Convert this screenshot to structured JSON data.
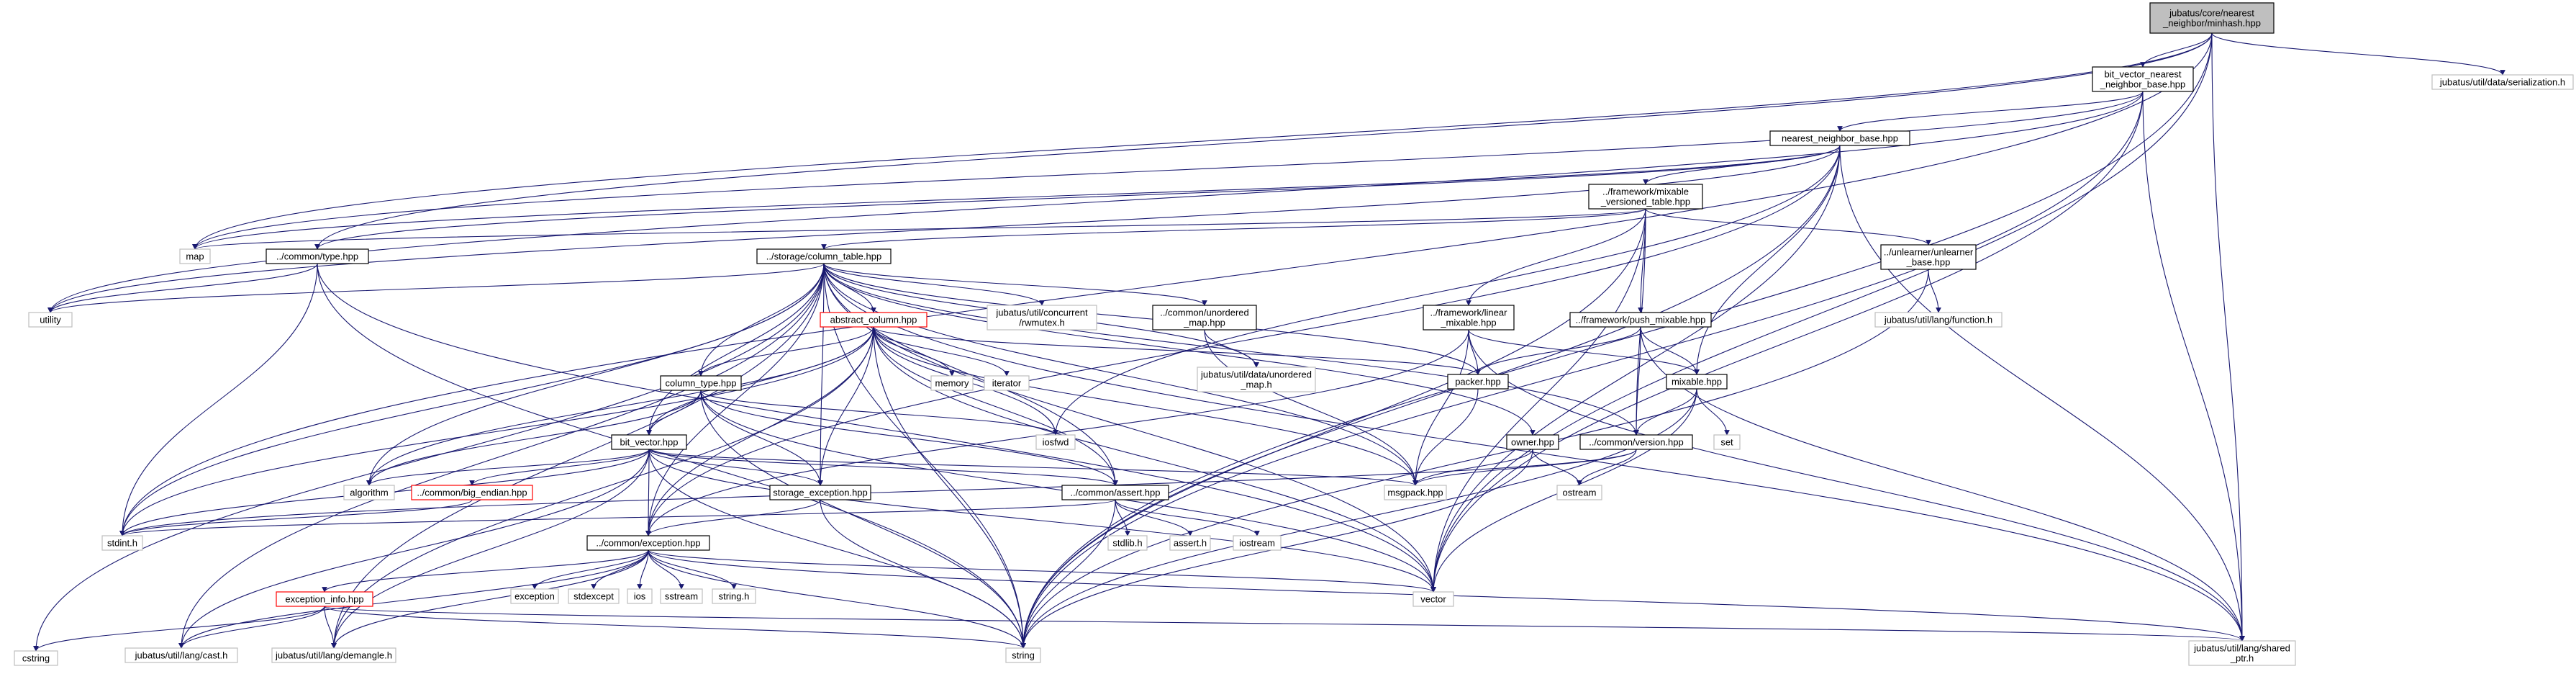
{
  "graph": {
    "title": "",
    "edge_color": "#191970",
    "nodes": [
      {
        "id": "root",
        "label": "jubatus/core/nearest\n_neighbor/minhash.hpp",
        "style": "root"
      },
      {
        "id": "bvnb",
        "label": "bit_vector_nearest\n_neighbor_base.hpp",
        "style": "normal"
      },
      {
        "id": "serialization",
        "label": "jubatus/util/data/serialization.h",
        "style": "ext"
      },
      {
        "id": "nnb",
        "label": "nearest_neighbor_base.hpp",
        "style": "normal"
      },
      {
        "id": "mixable_vt",
        "label": "../framework/mixable\n_versioned_table.hpp",
        "style": "normal"
      },
      {
        "id": "map",
        "label": "map",
        "style": "ext"
      },
      {
        "id": "common_type",
        "label": "../common/type.hpp",
        "style": "normal"
      },
      {
        "id": "utility",
        "label": "utility",
        "style": "ext"
      },
      {
        "id": "column_table",
        "label": "../storage/column_table.hpp",
        "style": "normal"
      },
      {
        "id": "unlearner",
        "label": "../unlearner/unlearner\n_base.hpp",
        "style": "normal"
      },
      {
        "id": "function_h",
        "label": "jubatus/util/lang/function.h",
        "style": "ext"
      },
      {
        "id": "abstract_column",
        "label": "abstract_column.hpp",
        "style": "red"
      },
      {
        "id": "rwmutex",
        "label": "jubatus/util/concurrent\n/rwmutex.h",
        "style": "ext"
      },
      {
        "id": "unordered_map_hpp",
        "label": "../common/unordered\n_map.hpp",
        "style": "normal"
      },
      {
        "id": "linear_mixable",
        "label": "../framework/linear\n_mixable.hpp",
        "style": "normal"
      },
      {
        "id": "push_mixable",
        "label": "../framework/push_mixable.hpp",
        "style": "normal"
      },
      {
        "id": "memory",
        "label": "memory",
        "style": "ext"
      },
      {
        "id": "iterator",
        "label": "iterator",
        "style": "ext"
      },
      {
        "id": "unordered_map_h",
        "label": "jubatus/util/data/unordered\n_map.h",
        "style": "ext"
      },
      {
        "id": "packer",
        "label": "packer.hpp",
        "style": "normal"
      },
      {
        "id": "mixable",
        "label": "mixable.hpp",
        "style": "normal"
      },
      {
        "id": "column_type",
        "label": "column_type.hpp",
        "style": "normal"
      },
      {
        "id": "iosfwd",
        "label": "iosfwd",
        "style": "ext"
      },
      {
        "id": "set",
        "label": "set",
        "style": "ext"
      },
      {
        "id": "owner",
        "label": "owner.hpp",
        "style": "normal"
      },
      {
        "id": "common_version",
        "label": "../common/version.hpp",
        "style": "normal"
      },
      {
        "id": "bit_vector",
        "label": "bit_vector.hpp",
        "style": "normal"
      },
      {
        "id": "algorithm",
        "label": "algorithm",
        "style": "ext"
      },
      {
        "id": "big_endian",
        "label": "../common/big_endian.hpp",
        "style": "red"
      },
      {
        "id": "storage_exception",
        "label": "storage_exception.hpp",
        "style": "normal"
      },
      {
        "id": "common_assert",
        "label": "../common/assert.hpp",
        "style": "normal"
      },
      {
        "id": "msgpack",
        "label": "msgpack.hpp",
        "style": "ext"
      },
      {
        "id": "ostream",
        "label": "ostream",
        "style": "ext"
      },
      {
        "id": "stdint",
        "label": "stdint.h",
        "style": "ext"
      },
      {
        "id": "stdlib",
        "label": "stdlib.h",
        "style": "ext"
      },
      {
        "id": "assert_h",
        "label": "assert.h",
        "style": "ext"
      },
      {
        "id": "iostream",
        "label": "iostream",
        "style": "ext"
      },
      {
        "id": "common_exception",
        "label": "../common/exception.hpp",
        "style": "normal"
      },
      {
        "id": "exception",
        "label": "exception",
        "style": "ext"
      },
      {
        "id": "stdexcept",
        "label": "stdexcept",
        "style": "ext"
      },
      {
        "id": "ios",
        "label": "ios",
        "style": "ext"
      },
      {
        "id": "sstream",
        "label": "sstream",
        "style": "ext"
      },
      {
        "id": "string_h",
        "label": "string.h",
        "style": "ext"
      },
      {
        "id": "vector",
        "label": "vector",
        "style": "ext"
      },
      {
        "id": "exception_info",
        "label": "exception_info.hpp",
        "style": "red"
      },
      {
        "id": "cstring",
        "label": "cstring",
        "style": "ext"
      },
      {
        "id": "cast",
        "label": "jubatus/util/lang/cast.h",
        "style": "ext"
      },
      {
        "id": "demangle",
        "label": "jubatus/util/lang/demangle.h",
        "style": "ext"
      },
      {
        "id": "string",
        "label": "string",
        "style": "ext"
      },
      {
        "id": "shared_ptr",
        "label": "jubatus/util/lang/shared\n_ptr.h",
        "style": "ext"
      }
    ],
    "edges": [
      [
        "root",
        "bvnb"
      ],
      [
        "root",
        "serialization"
      ],
      [
        "root",
        "map"
      ],
      [
        "root",
        "common_type"
      ],
      [
        "root",
        "stdint"
      ],
      [
        "root",
        "vector"
      ],
      [
        "root",
        "string"
      ],
      [
        "root",
        "shared_ptr"
      ],
      [
        "bvnb",
        "nnb"
      ],
      [
        "bvnb",
        "map"
      ],
      [
        "bvnb",
        "utility"
      ],
      [
        "bvnb",
        "vector"
      ],
      [
        "bvnb",
        "string"
      ],
      [
        "bvnb",
        "shared_ptr"
      ],
      [
        "nnb",
        "mixable_vt"
      ],
      [
        "nnb",
        "map"
      ],
      [
        "nnb",
        "common_type"
      ],
      [
        "nnb",
        "utility"
      ],
      [
        "nnb",
        "iosfwd"
      ],
      [
        "nnb",
        "vector"
      ],
      [
        "nnb",
        "string"
      ],
      [
        "nnb",
        "mixable"
      ],
      [
        "nnb",
        "shared_ptr"
      ],
      [
        "nnb",
        "common_exception"
      ],
      [
        "mixable_vt",
        "column_table"
      ],
      [
        "mixable_vt",
        "unlearner"
      ],
      [
        "mixable_vt",
        "linear_mixable"
      ],
      [
        "mixable_vt",
        "push_mixable"
      ],
      [
        "mixable_vt",
        "common_version"
      ],
      [
        "mixable_vt",
        "map"
      ],
      [
        "mixable_vt",
        "vector"
      ],
      [
        "mixable_vt",
        "string"
      ],
      [
        "common_type",
        "utility"
      ],
      [
        "common_type",
        "stdint"
      ],
      [
        "common_type",
        "vector"
      ],
      [
        "common_type",
        "string"
      ],
      [
        "unlearner",
        "function_h"
      ],
      [
        "unlearner",
        "string"
      ],
      [
        "column_table",
        "abstract_column"
      ],
      [
        "column_table",
        "rwmutex"
      ],
      [
        "column_table",
        "unordered_map_hpp"
      ],
      [
        "column_table",
        "unordered_map_h"
      ],
      [
        "column_table",
        "packer"
      ],
      [
        "column_table",
        "owner"
      ],
      [
        "column_table",
        "column_type"
      ],
      [
        "column_table",
        "bit_vector"
      ],
      [
        "column_table",
        "storage_exception"
      ],
      [
        "column_table",
        "common_assert"
      ],
      [
        "column_table",
        "common_exception"
      ],
      [
        "column_table",
        "algorithm"
      ],
      [
        "column_table",
        "utility"
      ],
      [
        "column_table",
        "stdint"
      ],
      [
        "column_table",
        "cstring"
      ],
      [
        "column_table",
        "cast"
      ],
      [
        "column_table",
        "demangle"
      ],
      [
        "column_table",
        "string"
      ],
      [
        "column_table",
        "vector"
      ],
      [
        "column_table",
        "msgpack"
      ],
      [
        "column_table",
        "shared_ptr"
      ],
      [
        "column_table",
        "common_version"
      ],
      [
        "abstract_column",
        "memory"
      ],
      [
        "abstract_column",
        "iterator"
      ],
      [
        "abstract_column",
        "iosfwd"
      ],
      [
        "abstract_column",
        "column_type"
      ],
      [
        "abstract_column",
        "bit_vector"
      ],
      [
        "abstract_column",
        "packer"
      ],
      [
        "abstract_column",
        "storage_exception"
      ],
      [
        "abstract_column",
        "common_assert"
      ],
      [
        "abstract_column",
        "common_exception"
      ],
      [
        "abstract_column",
        "algorithm"
      ],
      [
        "abstract_column",
        "string"
      ],
      [
        "abstract_column",
        "vector"
      ],
      [
        "abstract_column",
        "msgpack"
      ],
      [
        "abstract_column",
        "demangle"
      ],
      [
        "abstract_column",
        "stdint"
      ],
      [
        "unordered_map_hpp",
        "unordered_map_h"
      ],
      [
        "unordered_map_hpp",
        "msgpack"
      ],
      [
        "linear_mixable",
        "packer"
      ],
      [
        "linear_mixable",
        "mixable"
      ],
      [
        "linear_mixable",
        "common_exception"
      ],
      [
        "linear_mixable",
        "msgpack"
      ],
      [
        "linear_mixable",
        "shared_ptr"
      ],
      [
        "push_mixable",
        "packer"
      ],
      [
        "push_mixable",
        "mixable"
      ],
      [
        "push_mixable",
        "common_version"
      ],
      [
        "push_mixable",
        "shared_ptr"
      ],
      [
        "packer",
        "msgpack"
      ],
      [
        "mixable",
        "set"
      ],
      [
        "mixable",
        "common_version"
      ],
      [
        "mixable",
        "string"
      ],
      [
        "mixable",
        "vector"
      ],
      [
        "column_type",
        "iosfwd"
      ],
      [
        "column_type",
        "bit_vector"
      ],
      [
        "column_type",
        "storage_exception"
      ],
      [
        "column_type",
        "algorithm"
      ],
      [
        "column_type",
        "string"
      ],
      [
        "column_type",
        "vector"
      ],
      [
        "column_type",
        "common_assert"
      ],
      [
        "owner",
        "msgpack"
      ],
      [
        "owner",
        "ostream"
      ],
      [
        "owner",
        "string"
      ],
      [
        "common_version",
        "msgpack"
      ],
      [
        "common_version",
        "ostream"
      ],
      [
        "common_version",
        "stdint"
      ],
      [
        "bit_vector",
        "algorithm"
      ],
      [
        "bit_vector",
        "big_endian"
      ],
      [
        "bit_vector",
        "storage_exception"
      ],
      [
        "bit_vector",
        "common_assert"
      ],
      [
        "bit_vector",
        "msgpack"
      ],
      [
        "bit_vector",
        "stdint"
      ],
      [
        "bit_vector",
        "common_exception"
      ],
      [
        "bit_vector",
        "string"
      ],
      [
        "bit_vector",
        "vector"
      ],
      [
        "bit_vector",
        "cast"
      ],
      [
        "bit_vector",
        "demangle"
      ],
      [
        "big_endian",
        "stdint"
      ],
      [
        "storage_exception",
        "common_exception"
      ],
      [
        "storage_exception",
        "string"
      ],
      [
        "common_assert",
        "stdlib"
      ],
      [
        "common_assert",
        "assert_h"
      ],
      [
        "common_assert",
        "iostream"
      ],
      [
        "common_assert",
        "stdint"
      ],
      [
        "common_assert",
        "string"
      ],
      [
        "common_exception",
        "exception"
      ],
      [
        "common_exception",
        "stdexcept"
      ],
      [
        "common_exception",
        "ios"
      ],
      [
        "common_exception",
        "sstream"
      ],
      [
        "common_exception",
        "string_h"
      ],
      [
        "common_exception",
        "vector"
      ],
      [
        "common_exception",
        "exception_info"
      ],
      [
        "common_exception",
        "shared_ptr"
      ],
      [
        "common_exception",
        "string"
      ],
      [
        "common_exception",
        "demangle"
      ],
      [
        "common_exception",
        "cast"
      ],
      [
        "exception_info",
        "cstring"
      ],
      [
        "exception_info",
        "cast"
      ],
      [
        "exception_info",
        "demangle"
      ],
      [
        "exception_info",
        "string"
      ],
      [
        "exception_info",
        "shared_ptr"
      ]
    ]
  }
}
